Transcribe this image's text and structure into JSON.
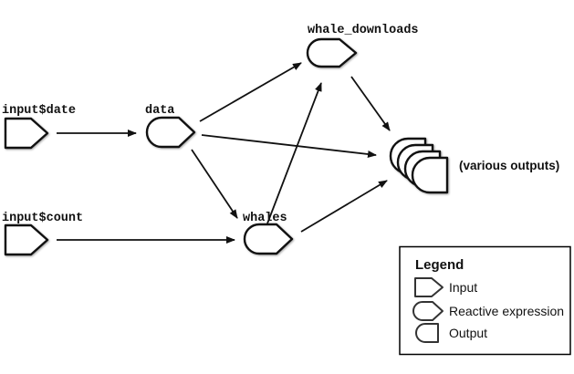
{
  "diagram": {
    "background_color": "#ffffff",
    "stroke_color": "#111111",
    "nodes": {
      "input_date": {
        "label": "input$date",
        "type": "input"
      },
      "input_count": {
        "label": "input$count",
        "type": "input"
      },
      "data": {
        "label": "data",
        "type": "reactive-expression"
      },
      "whale_downloads": {
        "label": "whale_downloads",
        "type": "reactive-expression"
      },
      "whales": {
        "label": "whales",
        "type": "reactive-expression"
      },
      "outputs": {
        "label": "(various outputs)",
        "type": "output-stack",
        "stack_count": 4
      }
    },
    "edges": [
      {
        "from": "input$date",
        "to": "data"
      },
      {
        "from": "input$count",
        "to": "whales"
      },
      {
        "from": "data",
        "to": "whale_downloads"
      },
      {
        "from": "data",
        "to": "whales"
      },
      {
        "from": "data",
        "to": "(various outputs)"
      },
      {
        "from": "whales",
        "to": "whale_downloads"
      },
      {
        "from": "whales",
        "to": "(various outputs)"
      },
      {
        "from": "whale_downloads",
        "to": "(various outputs)"
      }
    ]
  },
  "legend": {
    "title": "Legend",
    "items": [
      {
        "shape": "input",
        "label": "Input"
      },
      {
        "shape": "reactive",
        "label": "Reactive expression"
      },
      {
        "shape": "output",
        "label": "Output"
      }
    ]
  }
}
